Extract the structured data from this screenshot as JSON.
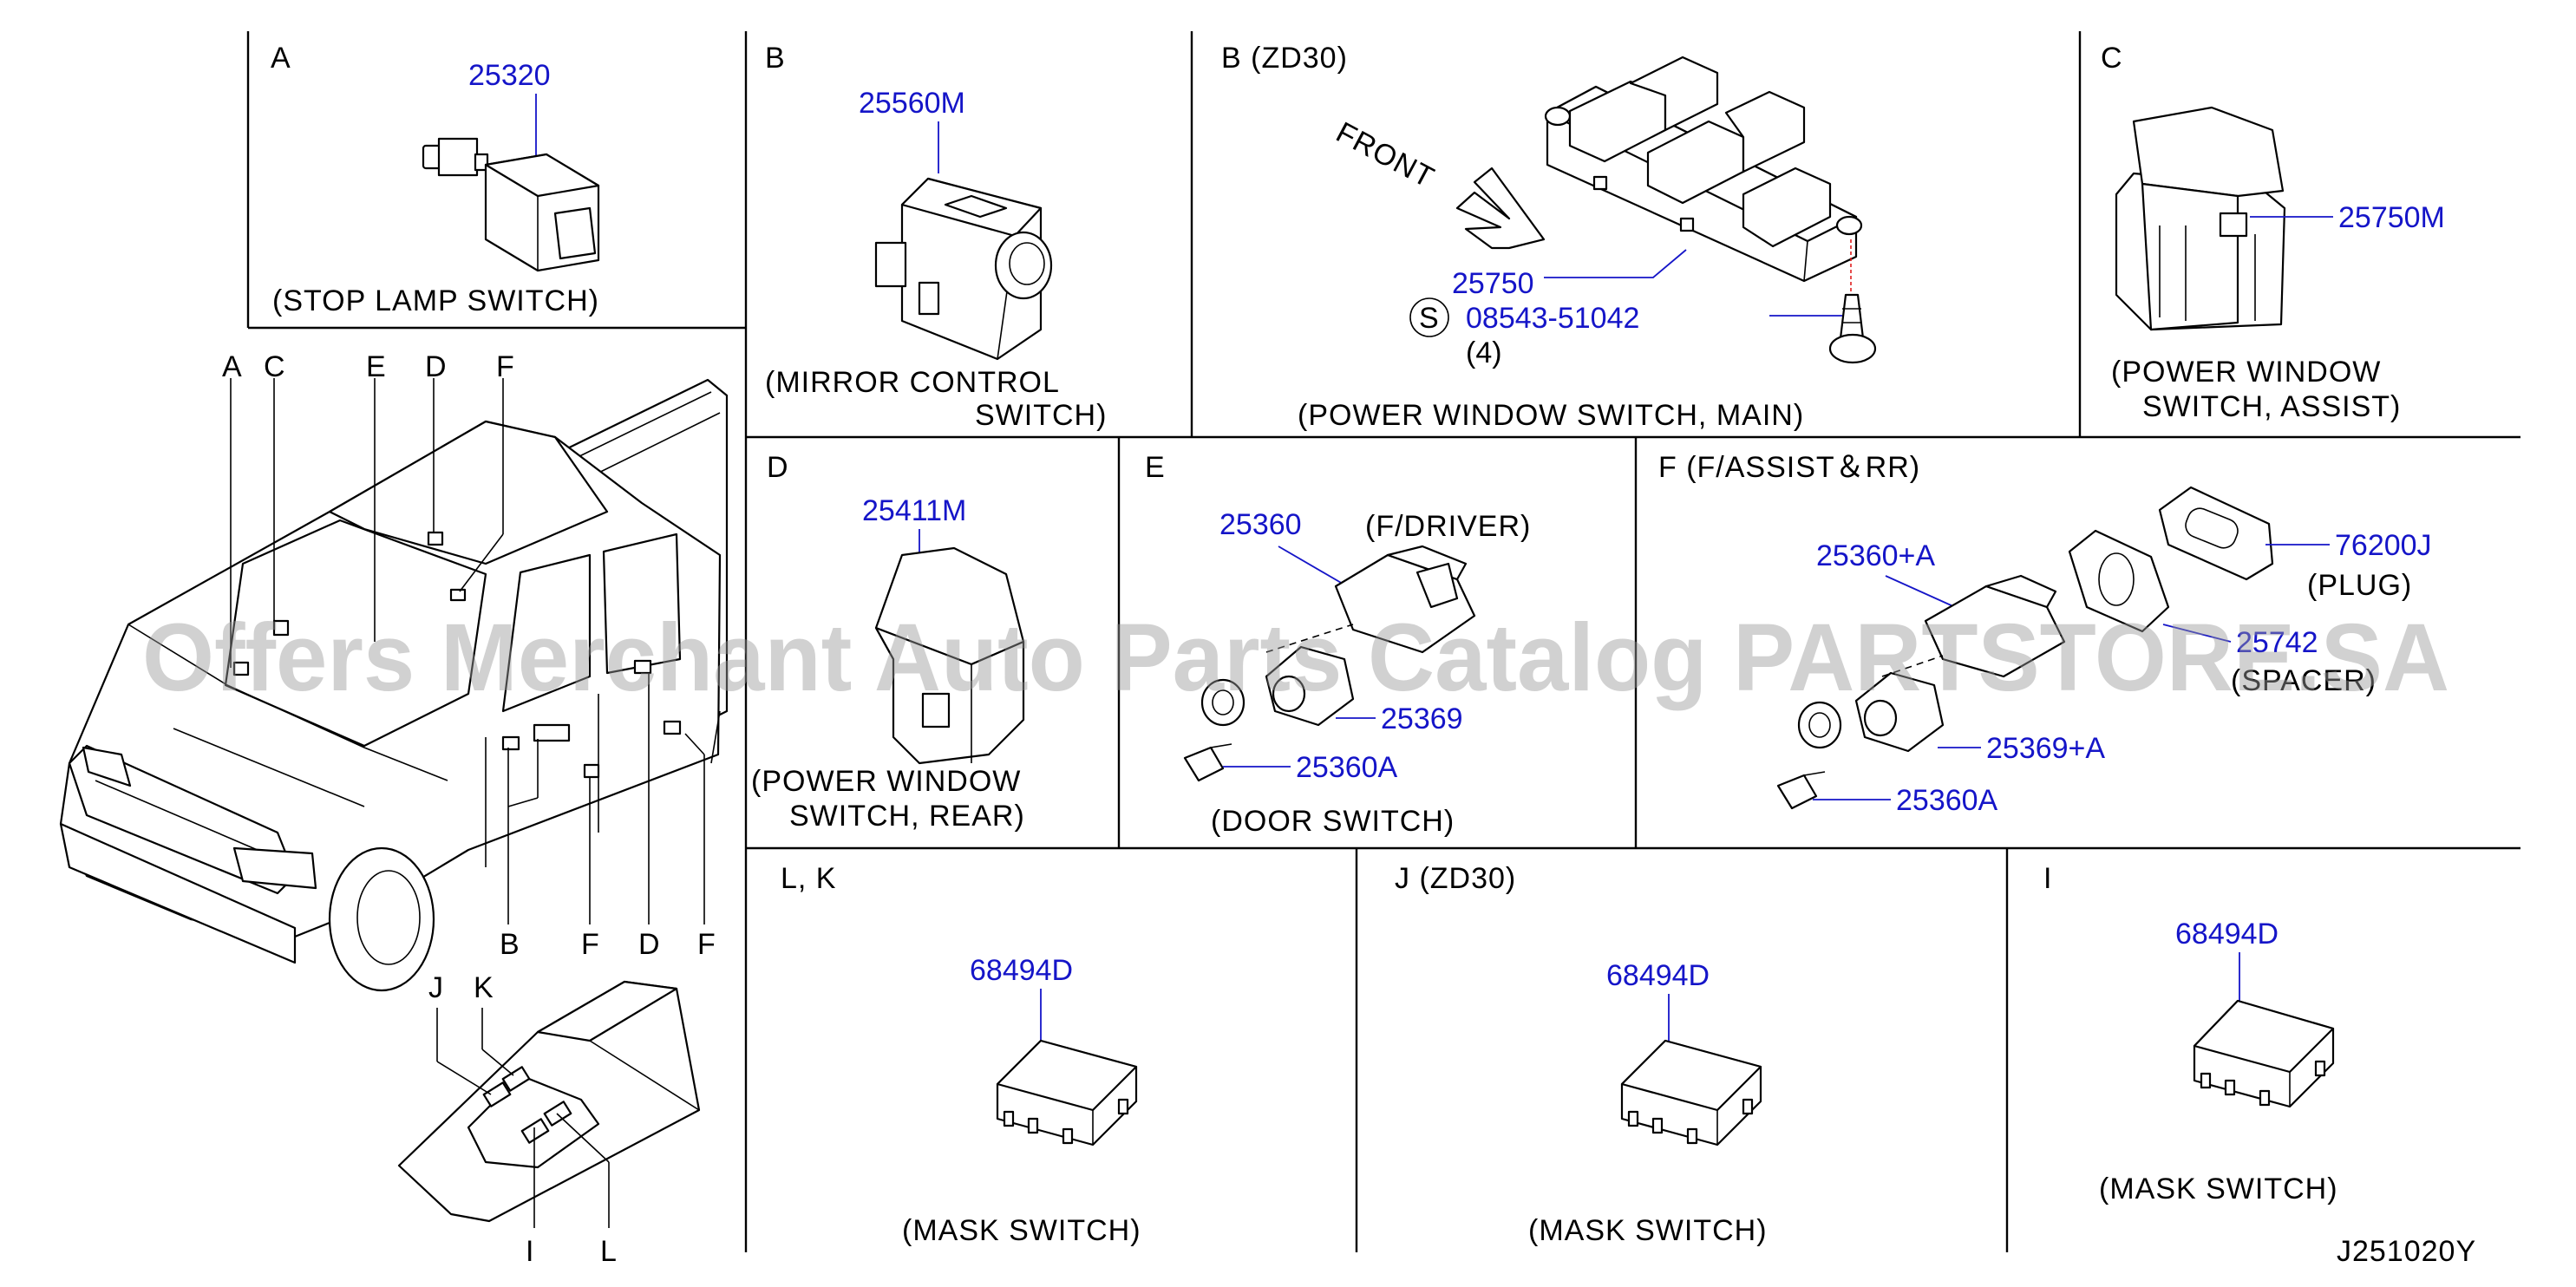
{
  "watermark": "Offers Merchant Auto Parts Catalog PARTSTORE.SA",
  "drawing_number": "J251020Y",
  "panels": {
    "A": {
      "letter": "A",
      "part": "25320",
      "caption": "(STOP   LAMP        SWITCH)"
    },
    "B_mirror": {
      "letter": "B",
      "part": "25560M",
      "caption1": "(MIRROR   CONTROL",
      "caption2": "SWITCH)"
    },
    "B_main": {
      "letter": "B  (ZD30)",
      "front": "FRONT",
      "part": "25750",
      "screw_symbol": "S",
      "screw": "08543-51042",
      "qty": "(4)",
      "caption": "(POWER   WINDOW          SWITCH,   MAIN)"
    },
    "C": {
      "letter": "C",
      "part": "25750M",
      "caption1": "(POWER   WINDOW",
      "caption2": "SWITCH,   ASSIST)"
    },
    "D": {
      "letter": "D",
      "part": "25411M",
      "caption1": "(POWER   WINDOW",
      "caption2": "SWITCH,   REAR)"
    },
    "E": {
      "letter": "E",
      "part": "25360",
      "note": "(F/DRIVER)",
      "part2": "25369",
      "part3": "25360A",
      "caption": "(DOOR   SWITCH)"
    },
    "F": {
      "letter": "F    (F/ASSIST＆RR)",
      "part": "25360+A",
      "part2": "76200J",
      "plug": "(PLUG)",
      "part3": "25742",
      "spacer": "(SPACER)",
      "part4": "25369+A",
      "part5": "25360A"
    },
    "LK": {
      "letter": "L,   K",
      "part": "68494D",
      "caption": "(MASK   SWITCH)"
    },
    "J": {
      "letter": "J   (ZD30)",
      "part": "68494D",
      "caption": "(MASK   SWITCH)"
    },
    "I": {
      "letter": "I",
      "part": "68494D",
      "caption": "(MASK   SWITCH)"
    }
  },
  "vehicle_labels": {
    "top": [
      "A",
      "C",
      "E",
      "D",
      "F"
    ],
    "bottom": [
      "B",
      "F",
      "D",
      "F"
    ],
    "console_top": [
      "J",
      "K"
    ],
    "console_bottom": [
      "I",
      "L"
    ]
  }
}
